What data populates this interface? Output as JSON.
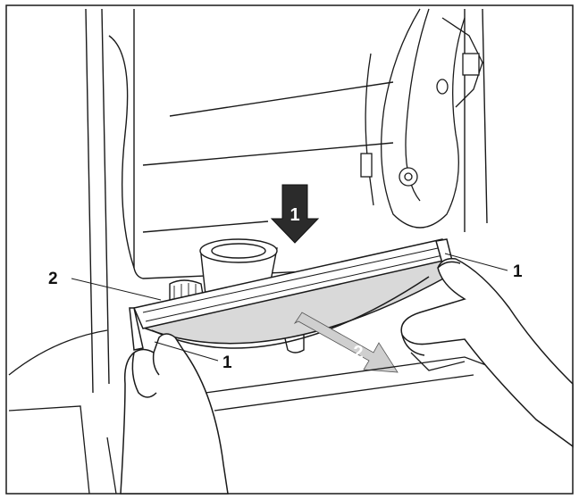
{
  "callouts": {
    "left_2": "2",
    "right_1": "1",
    "left_1": "1"
  },
  "arrows": {
    "down_label": "1",
    "pull_label": "2"
  },
  "colors": {
    "line": "#1a1a1a",
    "fill": "#ffffff",
    "shade": "#d9d9d9",
    "arrow_dark": "#2b2b2b",
    "arrow_light": "#cfcfcf"
  }
}
